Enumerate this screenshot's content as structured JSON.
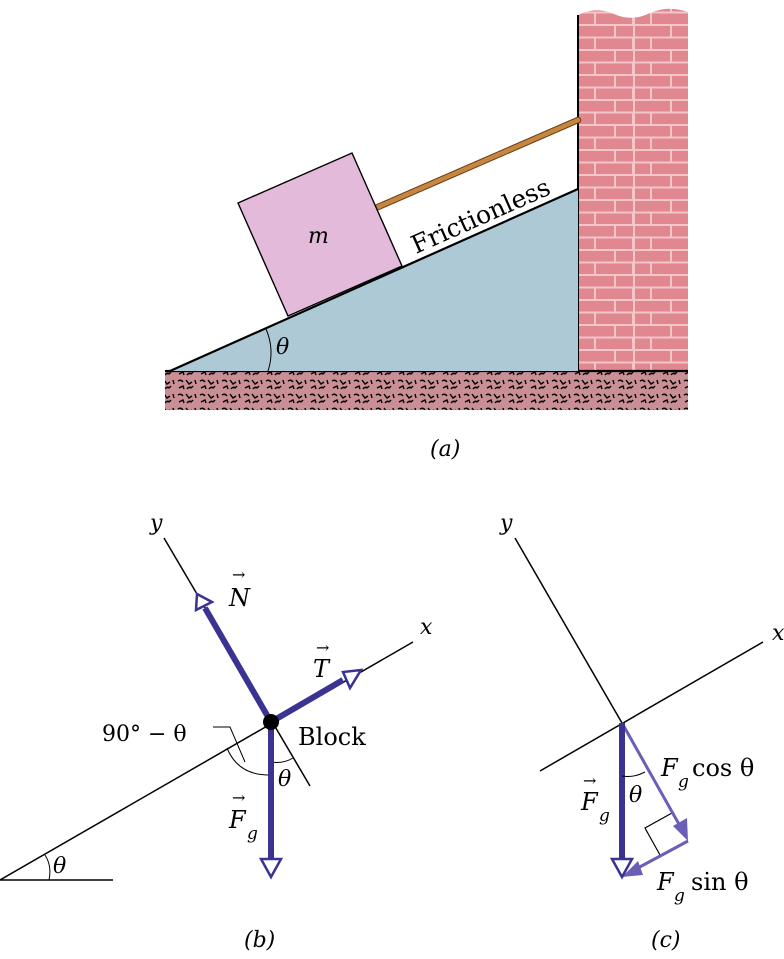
{
  "figure": {
    "panel_a": {
      "caption": "(a)",
      "block_label": "m",
      "surface_label": "Frictionless",
      "angle_label": "θ",
      "colors": {
        "incline": "#adc9d6",
        "block": "#e3bad9",
        "brick": "#e0878f",
        "mortar": "#f3c6c9",
        "ground": "#c98f95",
        "rope": "#b77a3a"
      }
    },
    "panel_b": {
      "caption": "(b)",
      "y_axis_label": "y",
      "x_axis_label": "x",
      "normal_force_label": "N",
      "tension_label": "T",
      "gravity_label_main": "F",
      "gravity_label_sub": "g",
      "body_label": "Block",
      "complement_angle_label": "90° − θ",
      "angle_label_near_block": "θ",
      "angle_label_incline": "θ",
      "colors": {
        "force": "#3a3392"
      }
    },
    "panel_c": {
      "caption": "(c)",
      "y_axis_label": "y",
      "x_axis_label": "x",
      "gravity_label_main": "F",
      "gravity_label_sub": "g",
      "angle_label": "θ",
      "cos_component_main": "F",
      "cos_component_sub": "g",
      "cos_component_suffix": "cos θ",
      "sin_component_main": "F",
      "sin_component_sub": "g",
      "sin_component_suffix": "sin θ",
      "colors": {
        "force": "#3a3392",
        "component": "#6b5fb5"
      }
    }
  }
}
